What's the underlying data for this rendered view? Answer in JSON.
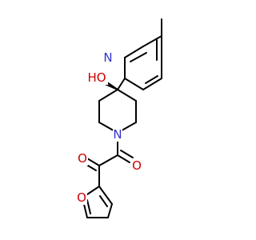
{
  "molecule": {
    "atoms": {
      "N_pyridine": {
        "label": "N",
        "color": "#3333cc"
      },
      "OH_hydroxyl": {
        "label": "HO",
        "color": "#cc0000"
      },
      "N_piperidine": {
        "label": "N",
        "color": "#3333cc"
      },
      "O_ketone_1": {
        "label": "O",
        "color": "#cc0000"
      },
      "O_ketone_2": {
        "label": "O",
        "color": "#cc0000"
      },
      "O_furan": {
        "label": "O",
        "color": "#cc0000"
      }
    },
    "bond_color": "#000000"
  }
}
